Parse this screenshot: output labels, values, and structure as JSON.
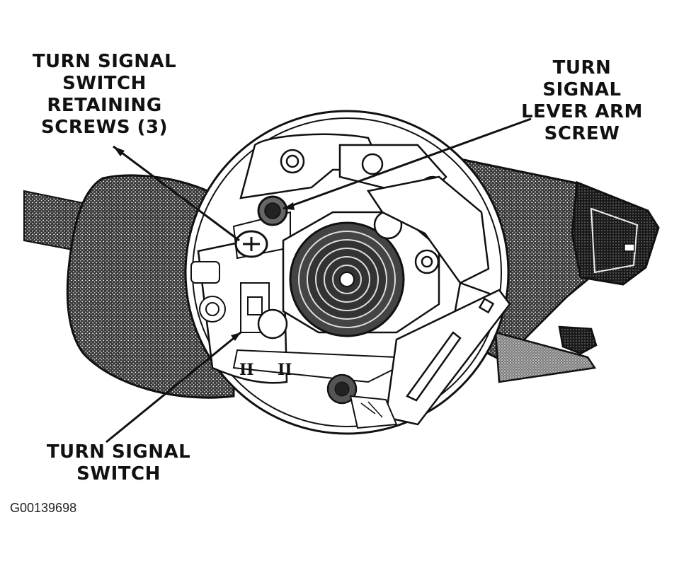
{
  "labels": {
    "retaining_screws": [
      "TURN SIGNAL",
      "SWITCH",
      "RETAINING",
      "SCREWS (3)"
    ],
    "lever_arm_screw": [
      "TURN",
      "SIGNAL",
      "LEVER ARM",
      "SCREW"
    ],
    "turn_signal_switch": [
      "TURN SIGNAL",
      "SWITCH"
    ]
  },
  "figure_id": "G00139698",
  "colors": {
    "ink": "#111111",
    "paper": "#ffffff",
    "stipple": "#2a2a2a"
  }
}
